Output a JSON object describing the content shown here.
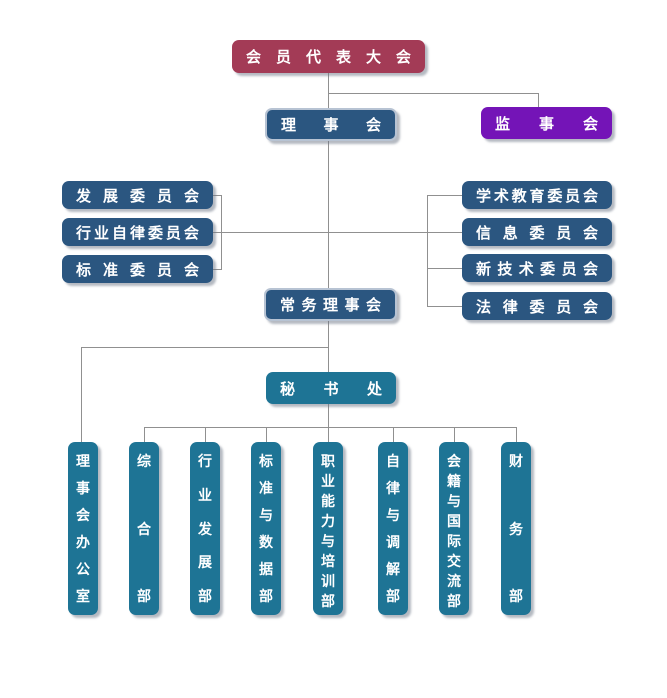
{
  "colors": {
    "congress_red": "#A33B56",
    "committee_blue": "#2B5680",
    "supervisory_purple": "#7414B7",
    "secretariat_teal": "#1E7495",
    "connector_gray": "#909090"
  },
  "nodes": {
    "congress": {
      "label": "会员代表大会"
    },
    "council": {
      "label": "理事会"
    },
    "supervisory_board": {
      "label": "监事会"
    },
    "standing_council": {
      "label": "常务理事会"
    },
    "secretariat": {
      "label": "秘书处"
    },
    "left_committees": [
      {
        "label": "发展委员会"
      },
      {
        "label": "行业自律委员会"
      },
      {
        "label": "标准委员会"
      }
    ],
    "right_committees": [
      {
        "label": "学术教育委员会"
      },
      {
        "label": "信息委员会"
      },
      {
        "label": "新技术委员会"
      },
      {
        "label": "法律委员会"
      }
    ],
    "departments": [
      {
        "label": "理事会办公室"
      },
      {
        "label": "综合部"
      },
      {
        "label": "行业发展部"
      },
      {
        "label": "标准与数据部"
      },
      {
        "label": "职业能力与培训部"
      },
      {
        "label": "自律与调解部"
      },
      {
        "label": "会籍与国际交流部"
      },
      {
        "label": "财务部"
      }
    ]
  }
}
